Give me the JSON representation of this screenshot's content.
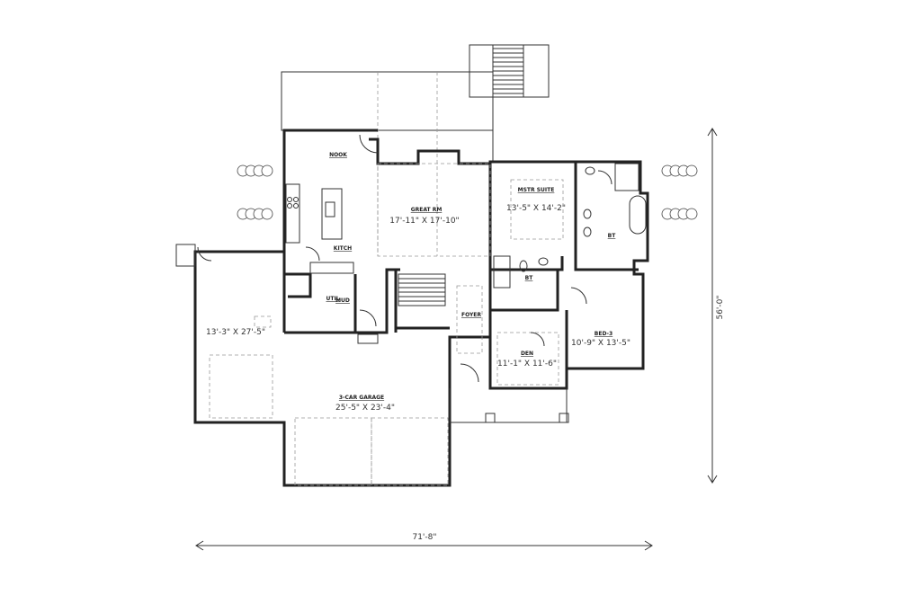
{
  "rooms": {
    "nook": {
      "label": "NOOK"
    },
    "kitchen": {
      "label": "KITCH"
    },
    "great_room": {
      "label": "GREAT RM",
      "size": "17'-11\" X 17'-10\""
    },
    "master_suite": {
      "label": "MSTR SUITE",
      "size": "13'-5\" X 14'-2\""
    },
    "master_bath": {
      "label": "BT"
    },
    "bath_2": {
      "label": "BT"
    },
    "utility": {
      "label": "UTIL"
    },
    "mud": {
      "label": "MUD"
    },
    "foyer": {
      "label": "FOYER"
    },
    "bed_3": {
      "label": "BED-3",
      "size": "10'-9\" X 13'-5\""
    },
    "den": {
      "label": "DEN",
      "size": "11'-1\" X 11'-6\""
    },
    "garage": {
      "label": "3-CAR GARAGE",
      "size": "25'-5\" X 23'-4\"",
      "bay_size": "13'-3\" X 27'-5\""
    }
  },
  "dimensions": {
    "overall_width": "71'-8\"",
    "overall_depth": "56'-0\""
  }
}
